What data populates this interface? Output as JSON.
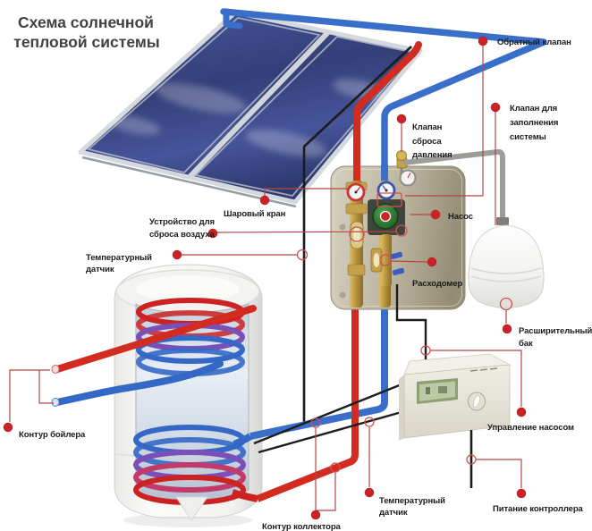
{
  "title": {
    "line1": "Схема солнечной",
    "line2": "тепловой системы"
  },
  "labels": {
    "check_valve": "Обратный клапан",
    "fill_valve_1": "Клапан для",
    "fill_valve_2": "заполнения",
    "fill_valve_3": "системы",
    "pressure_relief_1": "Клапан",
    "pressure_relief_2": "сброса",
    "pressure_relief_3": "давления",
    "ball_valve": "Шаровый кран",
    "air_release_1": "Устройство для",
    "air_release_2": "сброса воздуха",
    "temp_sensor_top_1": "Температурный",
    "temp_sensor_top_2": "датчик",
    "pump": "Насос",
    "flow_meter": "Расходомер",
    "expansion_tank_1": "Расширительный",
    "expansion_tank_2": "бак",
    "boiler_circuit": "Контур бойлера",
    "pump_control": "Управление насосом",
    "temp_sensor_bottom_1": "Температурный",
    "temp_sensor_bottom_2": "датчик",
    "collector_circuit": "Контур коллектора",
    "controller_power": "Питание контроллера"
  },
  "colors": {
    "hot_pipe": "#d22b20",
    "cold_pipe": "#3a6fc9",
    "coil_purple": "#7a50b8",
    "coil_magenta": "#c23a6a",
    "label_accent": "#cc2126",
    "lead_line": "#b54545",
    "wire": "#1c1c1c",
    "panel_blue": "#3c4a8e",
    "station_beige": "#c5bfae"
  }
}
